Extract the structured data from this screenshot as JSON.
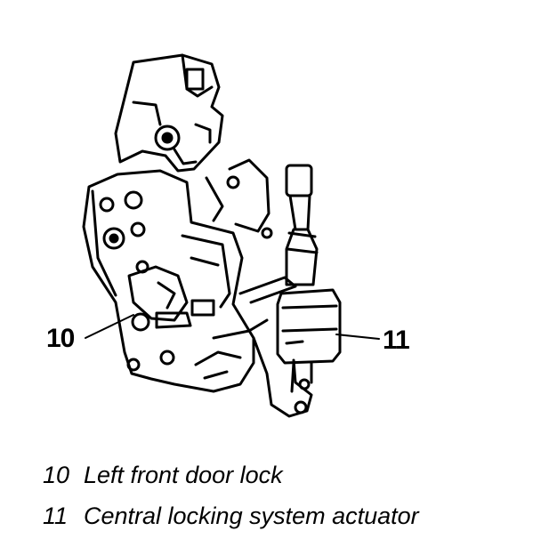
{
  "diagram": {
    "callouts": [
      {
        "number": "10"
      },
      {
        "number": "11"
      }
    ]
  },
  "legend": [
    {
      "number": "10",
      "label": "Left front door lock"
    },
    {
      "number": "11",
      "label": "Central locking system actuator"
    }
  ],
  "colors": {
    "ink": "#000000",
    "paper": "#ffffff"
  }
}
